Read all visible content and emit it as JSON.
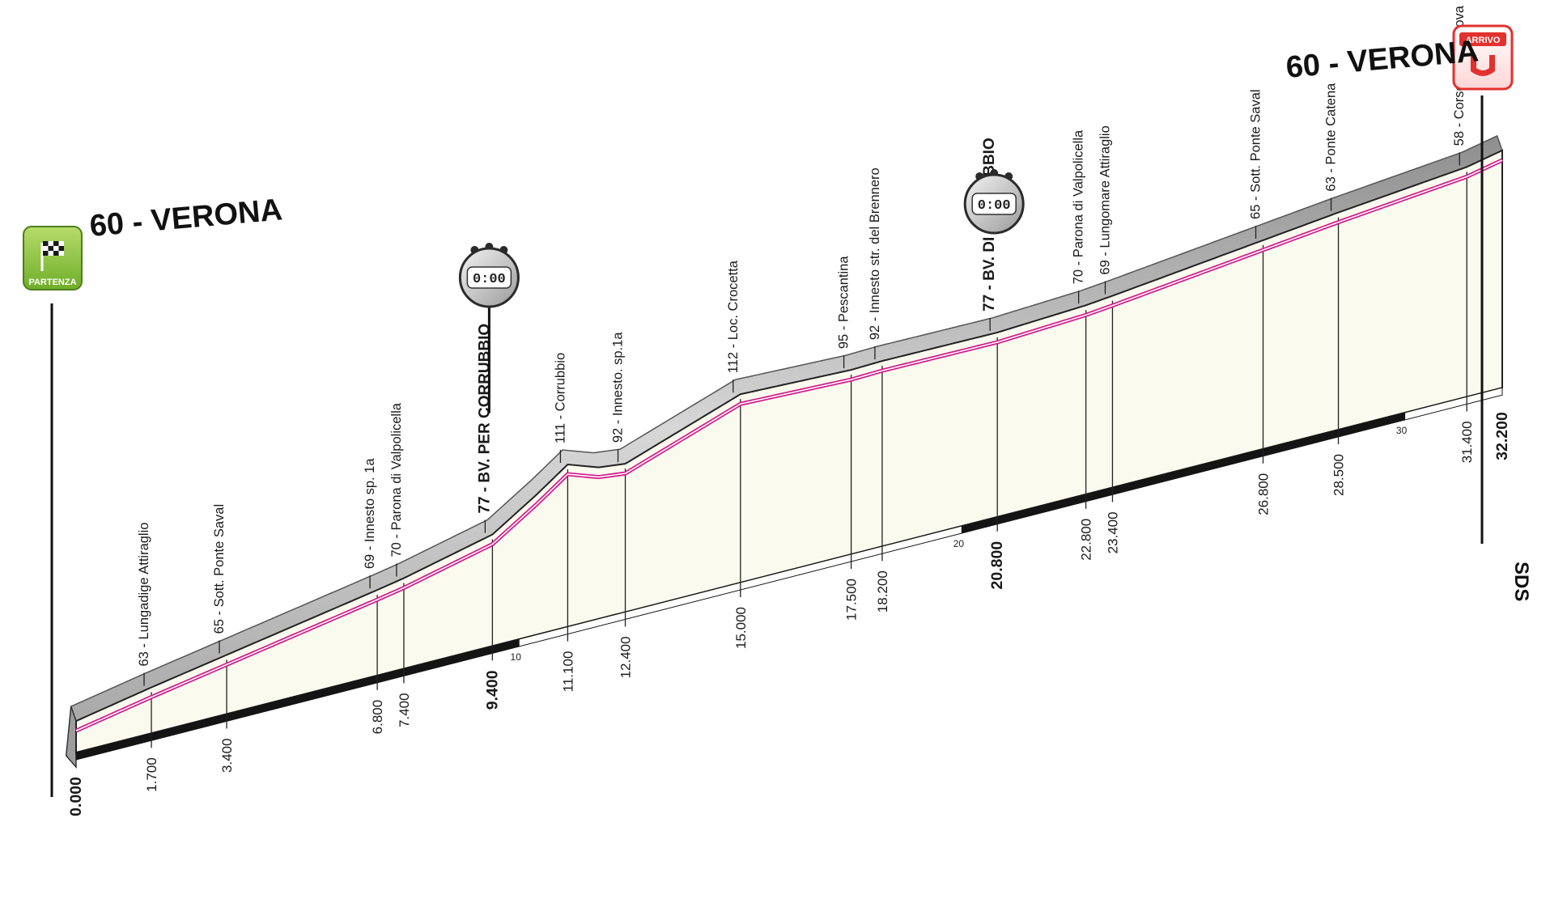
{
  "chart_data": {
    "type": "area",
    "title": "",
    "xlabel": "",
    "ylabel": "",
    "xlim": [
      0,
      32.2
    ],
    "tick_marks": [
      10,
      20,
      30
    ],
    "start": {
      "label": "60 - VERONA",
      "badge": "PARTENZA"
    },
    "finish": {
      "label": "60 - VERONA",
      "badge": "ARRIVO"
    },
    "timers": [
      {
        "km": 9.4,
        "label": "0:00"
      },
      {
        "km": 20.8,
        "label": "0:00"
      }
    ],
    "side_label": "SDS",
    "profile": [
      [
        0.0,
        60
      ],
      [
        1.7,
        63
      ],
      [
        3.4,
        65
      ],
      [
        6.8,
        69
      ],
      [
        7.4,
        70
      ],
      [
        9.4,
        77
      ],
      [
        10.4,
        96
      ],
      [
        11.1,
        111
      ],
      [
        11.8,
        98
      ],
      [
        12.4,
        92
      ],
      [
        15.0,
        112
      ],
      [
        17.5,
        95
      ],
      [
        18.2,
        92
      ],
      [
        20.8,
        77
      ],
      [
        22.8,
        70
      ],
      [
        23.4,
        69
      ],
      [
        26.8,
        65
      ],
      [
        28.5,
        63
      ],
      [
        31.4,
        58
      ],
      [
        32.2,
        60
      ]
    ],
    "points": [
      {
        "km": 0.0,
        "km_label": "0.000",
        "label": "",
        "bold": true
      },
      {
        "km": 1.7,
        "km_label": "1.700",
        "label": "63 - Lungadige Attiraglio",
        "bold": false
      },
      {
        "km": 3.4,
        "km_label": "3.400",
        "label": "65 - Sott. Ponte Saval",
        "bold": false
      },
      {
        "km": 6.8,
        "km_label": "6.800",
        "label": "69 - Innesto sp. 1a",
        "bold": false
      },
      {
        "km": 7.4,
        "km_label": "7.400",
        "label": "70 - Parona di Valpolicella",
        "bold": false
      },
      {
        "km": 9.4,
        "km_label": "9.400",
        "label": "77 - BV. PER CORRUBBIO",
        "bold": true
      },
      {
        "km": 11.1,
        "km_label": "11.100",
        "label": "111 - Corrubbio",
        "bold": false
      },
      {
        "km": 12.4,
        "km_label": "12.400",
        "label": "92 - Innesto. sp.1a",
        "bold": false
      },
      {
        "km": 15.0,
        "km_label": "15.000",
        "label": "112 - Loc. Crocetta",
        "bold": false
      },
      {
        "km": 17.5,
        "km_label": "17.500",
        "label": "95 - Pescantina",
        "bold": false
      },
      {
        "km": 18.2,
        "km_label": "18.200",
        "label": "92 - Innesto str. del Brennero",
        "bold": false
      },
      {
        "km": 20.8,
        "km_label": "20.800",
        "label": "77 - BV. DI CORRUBBIO",
        "bold": true
      },
      {
        "km": 22.8,
        "km_label": "22.800",
        "label": "70 - Parona di Valpolicella",
        "bold": false
      },
      {
        "km": 23.4,
        "km_label": "23.400",
        "label": "69 - Lungomare Attiraglio",
        "bold": false
      },
      {
        "km": 26.8,
        "km_label": "26.800",
        "label": "65 - Sott. Ponte Saval",
        "bold": false
      },
      {
        "km": 28.5,
        "km_label": "28.500",
        "label": "63 - Ponte Catena",
        "bold": false
      },
      {
        "km": 31.4,
        "km_label": "31.400",
        "label": "58 - Corso Porta Nuova",
        "bold": false
      },
      {
        "km": 32.2,
        "km_label": "32.200",
        "label": "",
        "bold": true
      }
    ]
  },
  "colors": {
    "pink_line": "#d6178a",
    "ridge": "#b9b9b9",
    "face": "#fafaee",
    "start_badge": "#8cc63f",
    "finish_badge": "#e2312f"
  }
}
